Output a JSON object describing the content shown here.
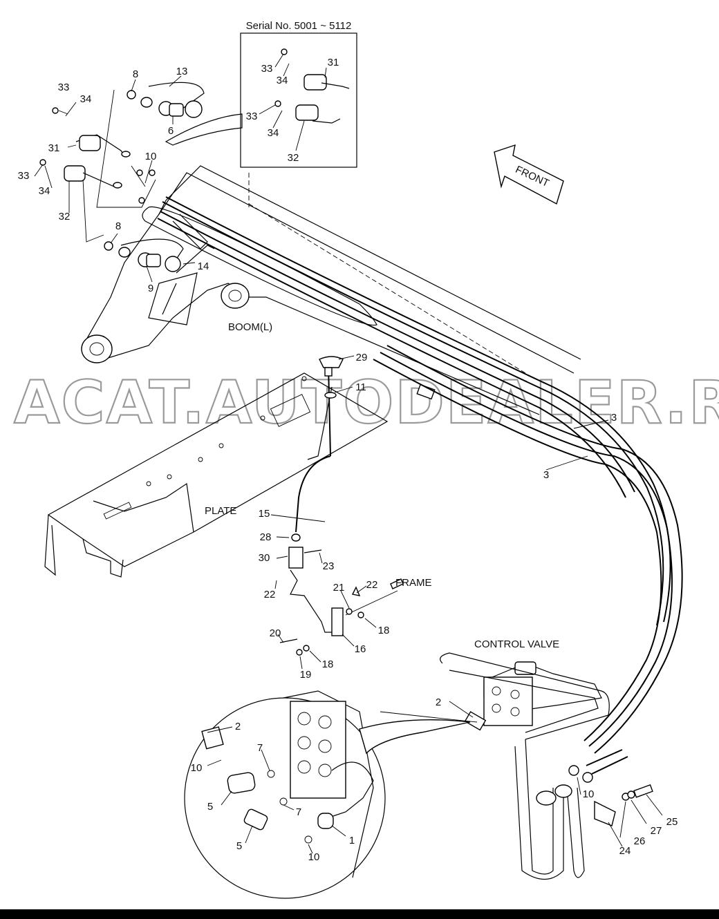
{
  "serial_box_title": "Serial No. 5001 ~ 5112",
  "front_label": "FRONT",
  "section_labels": {
    "boom": "BOOM(L)",
    "plate": "PLATE",
    "frame": "FRAME",
    "control_valve": "CONTROL VALVE"
  },
  "watermark": "ACAT.AUTODEALER.RU",
  "callouts": [
    {
      "id": "c1",
      "text": "8"
    },
    {
      "id": "c2",
      "text": "13"
    },
    {
      "id": "c3",
      "text": "33"
    },
    {
      "id": "c4",
      "text": "34"
    },
    {
      "id": "c5",
      "text": "6"
    },
    {
      "id": "c6",
      "text": "31"
    },
    {
      "id": "c7",
      "text": "10"
    },
    {
      "id": "c8",
      "text": "33"
    },
    {
      "id": "c9",
      "text": "34"
    },
    {
      "id": "c10",
      "text": "32"
    },
    {
      "id": "c11",
      "text": "8"
    },
    {
      "id": "c12",
      "text": "14"
    },
    {
      "id": "c13",
      "text": "9"
    },
    {
      "id": "c14",
      "text": "33"
    },
    {
      "id": "c15",
      "text": "34"
    },
    {
      "id": "c16",
      "text": "31"
    },
    {
      "id": "c17",
      "text": "33"
    },
    {
      "id": "c18",
      "text": "34"
    },
    {
      "id": "c19",
      "text": "32"
    },
    {
      "id": "c20",
      "text": "29"
    },
    {
      "id": "c21",
      "text": "11"
    },
    {
      "id": "c22",
      "text": "3"
    },
    {
      "id": "c23",
      "text": "3"
    },
    {
      "id": "c24",
      "text": "15"
    },
    {
      "id": "c25",
      "text": "28"
    },
    {
      "id": "c26",
      "text": "30"
    },
    {
      "id": "c27",
      "text": "23"
    },
    {
      "id": "c28",
      "text": "22"
    },
    {
      "id": "c29",
      "text": "21"
    },
    {
      "id": "c30",
      "text": "22"
    },
    {
      "id": "c31",
      "text": "18"
    },
    {
      "id": "c32",
      "text": "20"
    },
    {
      "id": "c33",
      "text": "16"
    },
    {
      "id": "c34",
      "text": "19"
    },
    {
      "id": "c35",
      "text": "18"
    },
    {
      "id": "c36",
      "text": "2"
    },
    {
      "id": "c37",
      "text": "2"
    },
    {
      "id": "c38",
      "text": "10"
    },
    {
      "id": "c39",
      "text": "7"
    },
    {
      "id": "c40",
      "text": "5"
    },
    {
      "id": "c41",
      "text": "7"
    },
    {
      "id": "c42",
      "text": "5"
    },
    {
      "id": "c43",
      "text": "10"
    },
    {
      "id": "c44",
      "text": "1"
    },
    {
      "id": "c45",
      "text": "10"
    },
    {
      "id": "c46",
      "text": "25"
    },
    {
      "id": "c47",
      "text": "27"
    },
    {
      "id": "c48",
      "text": "26"
    },
    {
      "id": "c49",
      "text": "24"
    }
  ]
}
